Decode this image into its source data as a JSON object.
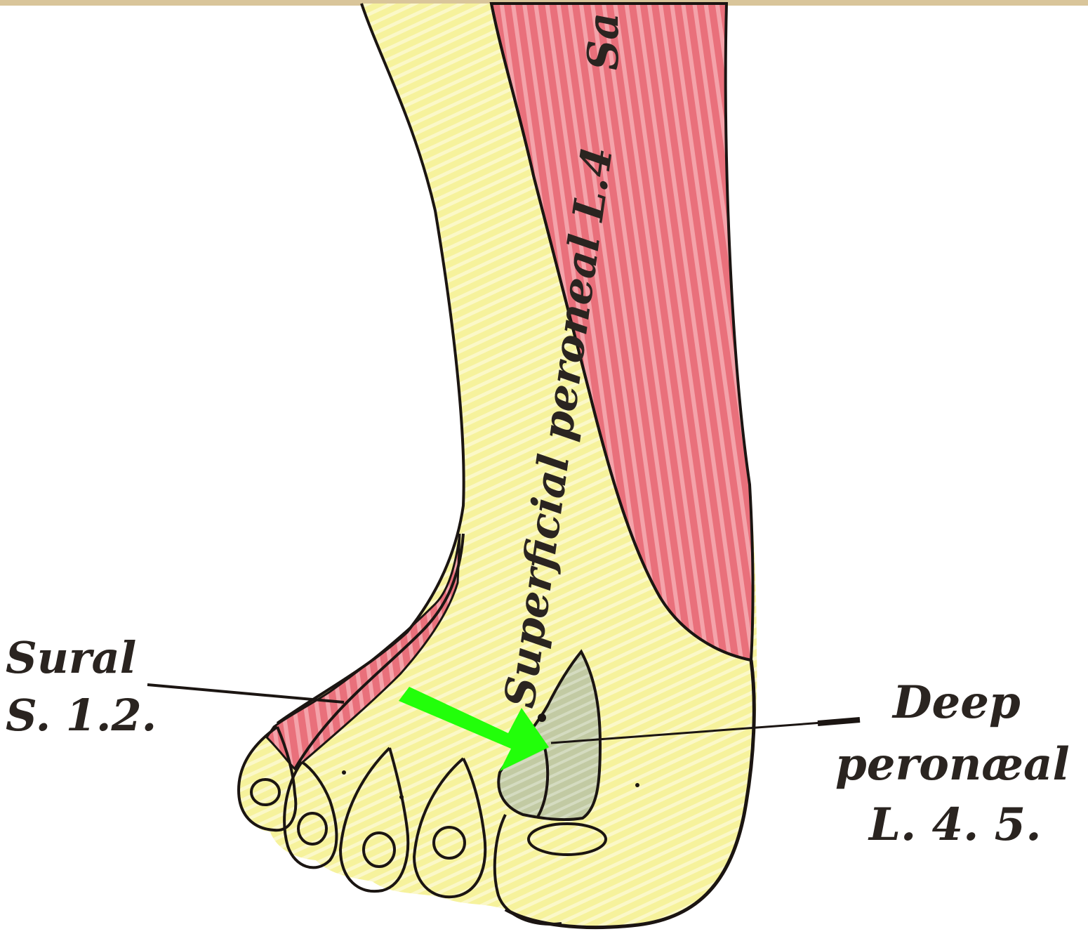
{
  "labels": {
    "sural_name": "Sural",
    "sural_roots": "S. 1.2.",
    "deep_name": "Deep",
    "deep_line2": "peronæal",
    "deep_roots": "L. 4. 5.",
    "superficial": "Superficial peroneal L.4",
    "saphenous": "Sa"
  },
  "colors": {
    "skin_yellow": "#f6f29c",
    "stripe_yellow": "#fbf8c8",
    "saphenous_red": "#e9707b",
    "stripe_red": "#f4a3aa",
    "deep_grey_green": "#c4cba6",
    "outline": "#1b1512",
    "arrow_green": "#22ff0a",
    "top_border": "#d9c59a"
  },
  "icons": {
    "arrow": "green-arrow-icon"
  }
}
